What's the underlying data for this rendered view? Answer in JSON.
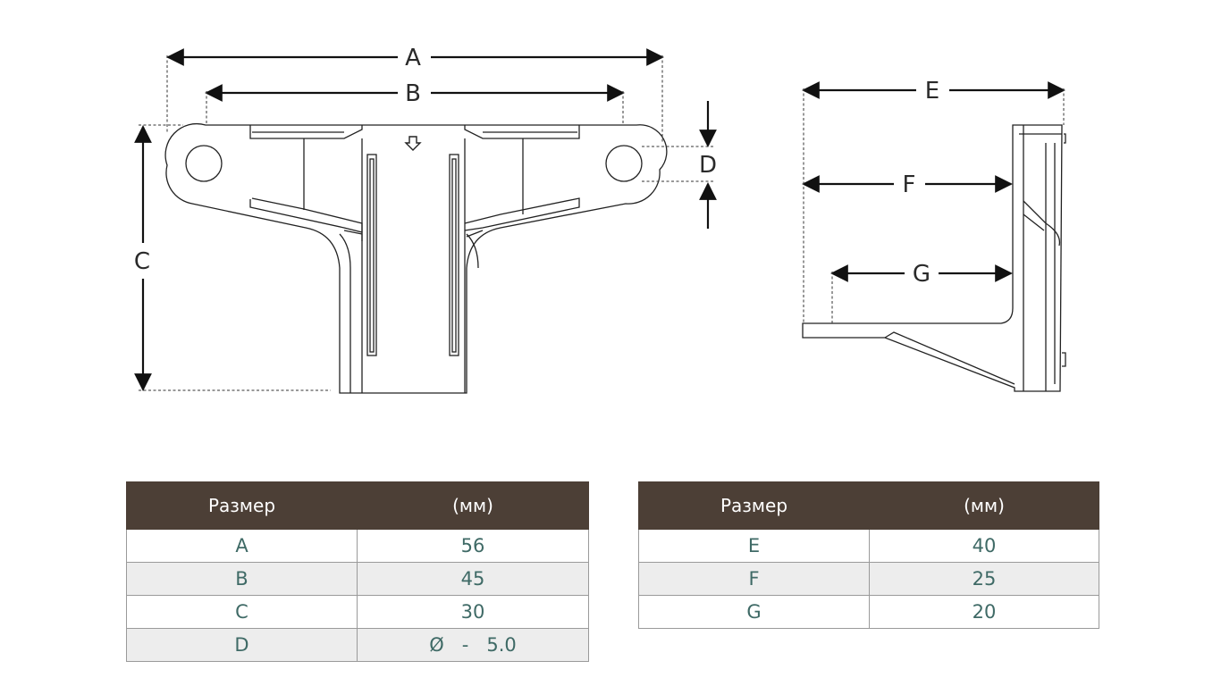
{
  "front_view": {
    "dimensions": {
      "a": "A",
      "b": "B",
      "c": "C",
      "d": "D"
    }
  },
  "side_view": {
    "dimensions": {
      "e": "E",
      "f": "F",
      "g": "G"
    }
  },
  "table_left": {
    "header_size": "Размер",
    "header_unit": "(мм)",
    "rows": [
      {
        "name": "A",
        "value": "56"
      },
      {
        "name": "B",
        "value": "45"
      },
      {
        "name": "C",
        "value": "30"
      },
      {
        "name": "D",
        "value": "Ø   -   5.0"
      }
    ]
  },
  "table_right": {
    "header_size": "Размер",
    "header_unit": "(мм)",
    "rows": [
      {
        "name": "E",
        "value": "40"
      },
      {
        "name": "F",
        "value": "25"
      },
      {
        "name": "G",
        "value": "20"
      }
    ]
  },
  "colors": {
    "header_bg": "#4c3f36",
    "header_text": "#ffffff",
    "cell_text": "#3f6a66",
    "alt_row_bg": "#ededed",
    "line": "#222222"
  }
}
